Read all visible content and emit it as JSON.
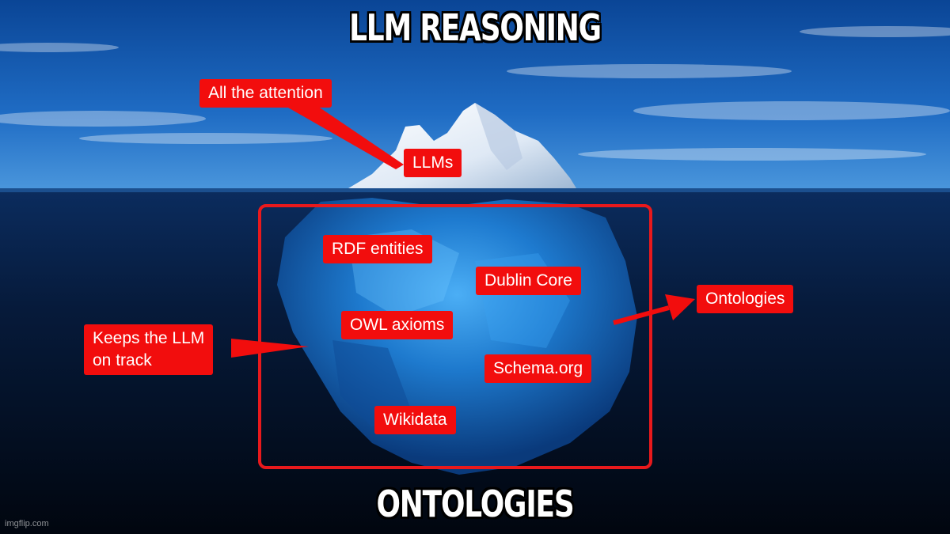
{
  "captions": {
    "top": "LLM REASONING",
    "bottom": "ONTOLOGIES"
  },
  "labels": {
    "all_attention": "All the attention",
    "llms": "LLMs",
    "rdf_entities": "RDF entities",
    "dublin_core": "Dublin Core",
    "ontologies": "Ontologies",
    "owl_axioms": "OWL axioms",
    "keeps_llm_line1": "Keeps the LLM",
    "keeps_llm_line2": "on track",
    "schema_org": "Schema.org",
    "wikidata": "Wikidata"
  },
  "watermark": "imgflip.com",
  "colors": {
    "label_red": "#f20d0d",
    "frame_red": "#e8191c",
    "sky_top": "#0d4fa3",
    "sky_horizon": "#3f8fd8",
    "deep_water": "#020915"
  }
}
